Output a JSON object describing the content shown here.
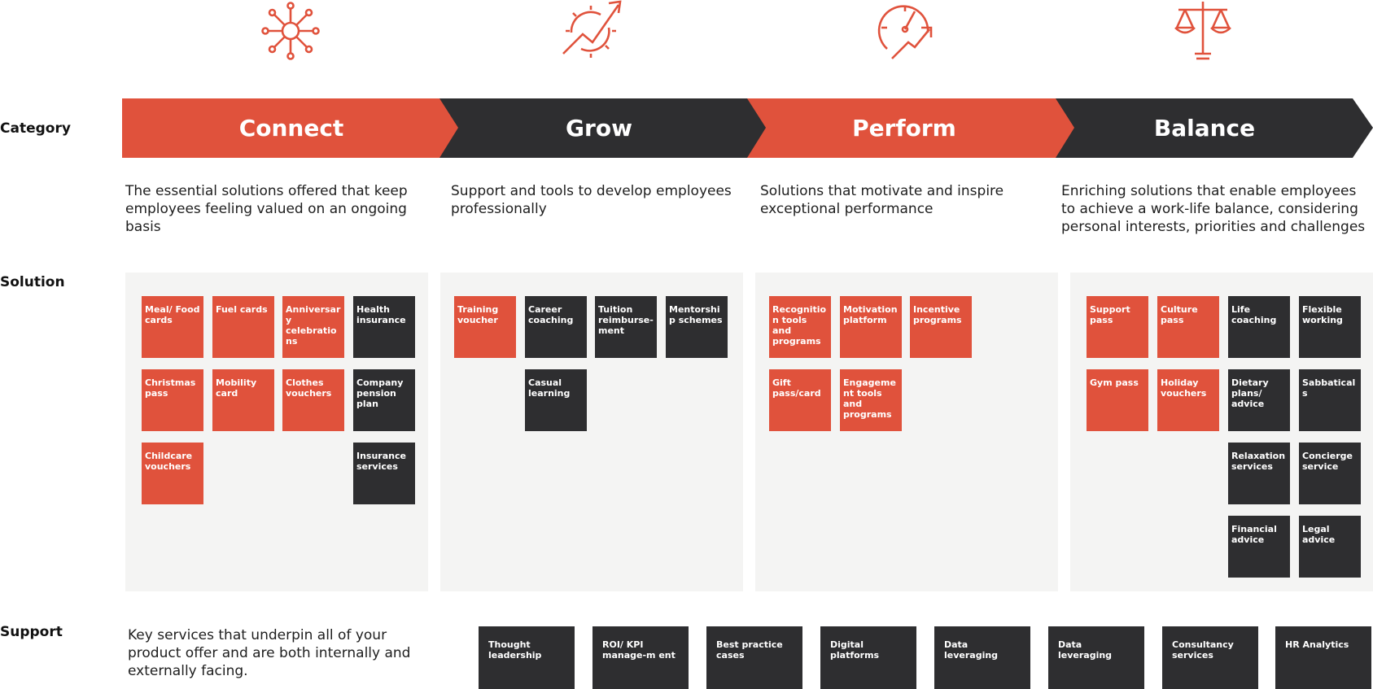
{
  "colors": {
    "accent": "#e0523c",
    "dark": "#2e2e30",
    "panel": "#f4f4f3"
  },
  "row_labels": {
    "category": "Category",
    "solution": "Solution",
    "support": "Support"
  },
  "icons": [
    "network-icon",
    "growth-gear-icon",
    "speedometer-icon",
    "balance-scale-icon"
  ],
  "categories": [
    {
      "name": "Connect",
      "description": "The essential solutions offered that keep employees feeling valued on an ongoing basis"
    },
    {
      "name": "Grow",
      "description": "Support and tools to develop employees professionally"
    },
    {
      "name": "Perform",
      "description": "Solutions that motivate and inspire exceptional performance"
    },
    {
      "name": "Balance",
      "description": "Enriching solutions that enable employees to achieve a work-life balance, considering personal interests, priorities and challenges"
    }
  ],
  "solutions": {
    "connect": [
      "Meal/ Food cards",
      "Fuel cards",
      "Anniversary celebrations",
      "Health insurance",
      "Christmas pass",
      "Mobility card",
      "Clothes vouchers",
      "Company pension plan",
      "Childcare vouchers",
      "Insurance services"
    ],
    "grow": [
      "Training voucher",
      "Career coaching",
      "Tuition reimburse-ment",
      "Mentorship schemes",
      "Casual learning"
    ],
    "perform": [
      "Recognitio n tools and programs",
      "Motivation platform",
      "Incentive programs",
      "Gift pass/card",
      "Engageme nt tools and programs"
    ],
    "balance": [
      "Support pass",
      "Culture pass",
      "Life coaching",
      "Flexible working",
      "Gym pass",
      "Holiday vouchers",
      "Dietary plans/ advice",
      "Sabbaticals",
      "Relaxation services",
      "Concierge service",
      "Financial advice",
      "Legal advice"
    ]
  },
  "support": {
    "description": "Key services that underpin all of your product offer and are both internally and externally facing.",
    "items": [
      "Thought leadership",
      "ROI/ KPI manage-m ent",
      "Best practice cases",
      "Digital platforms",
      "Data leveraging",
      "Data leveraging",
      "Consultancy services",
      "HR Analytics"
    ]
  }
}
